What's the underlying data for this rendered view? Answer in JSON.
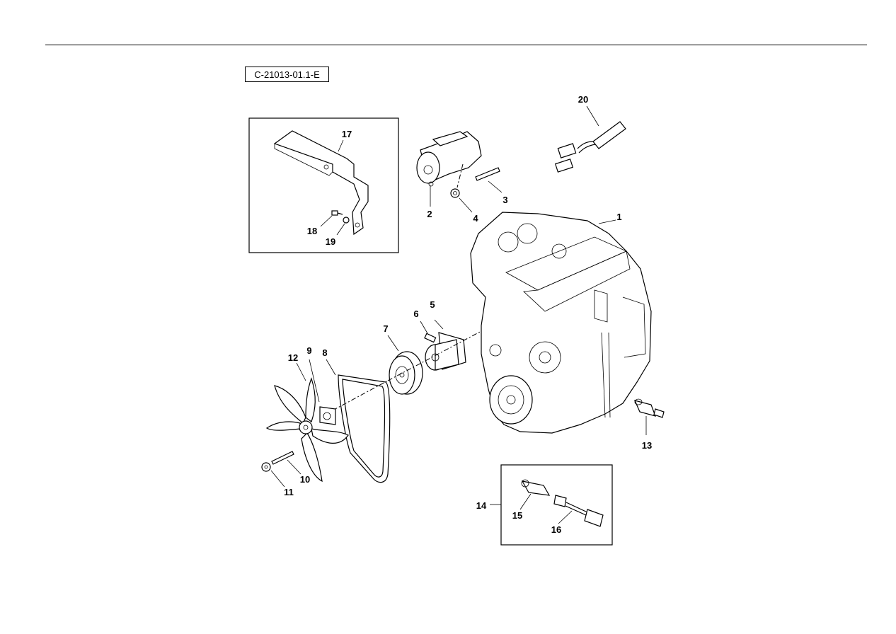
{
  "document": {
    "reference_code": "C-21013-01.1-E"
  },
  "callouts": [
    {
      "id": "1",
      "label": "1"
    },
    {
      "id": "2",
      "label": "2"
    },
    {
      "id": "3",
      "label": "3"
    },
    {
      "id": "4",
      "label": "4"
    },
    {
      "id": "5",
      "label": "5"
    },
    {
      "id": "6",
      "label": "6"
    },
    {
      "id": "7",
      "label": "7"
    },
    {
      "id": "8",
      "label": "8"
    },
    {
      "id": "9",
      "label": "9"
    },
    {
      "id": "10",
      "label": "10"
    },
    {
      "id": "11",
      "label": "11"
    },
    {
      "id": "12",
      "label": "12"
    },
    {
      "id": "13",
      "label": "13"
    },
    {
      "id": "14",
      "label": "14"
    },
    {
      "id": "15",
      "label": "15"
    },
    {
      "id": "16",
      "label": "16"
    },
    {
      "id": "17",
      "label": "17"
    },
    {
      "id": "18",
      "label": "18"
    },
    {
      "id": "19",
      "label": "19"
    },
    {
      "id": "20",
      "label": "20"
    }
  ]
}
